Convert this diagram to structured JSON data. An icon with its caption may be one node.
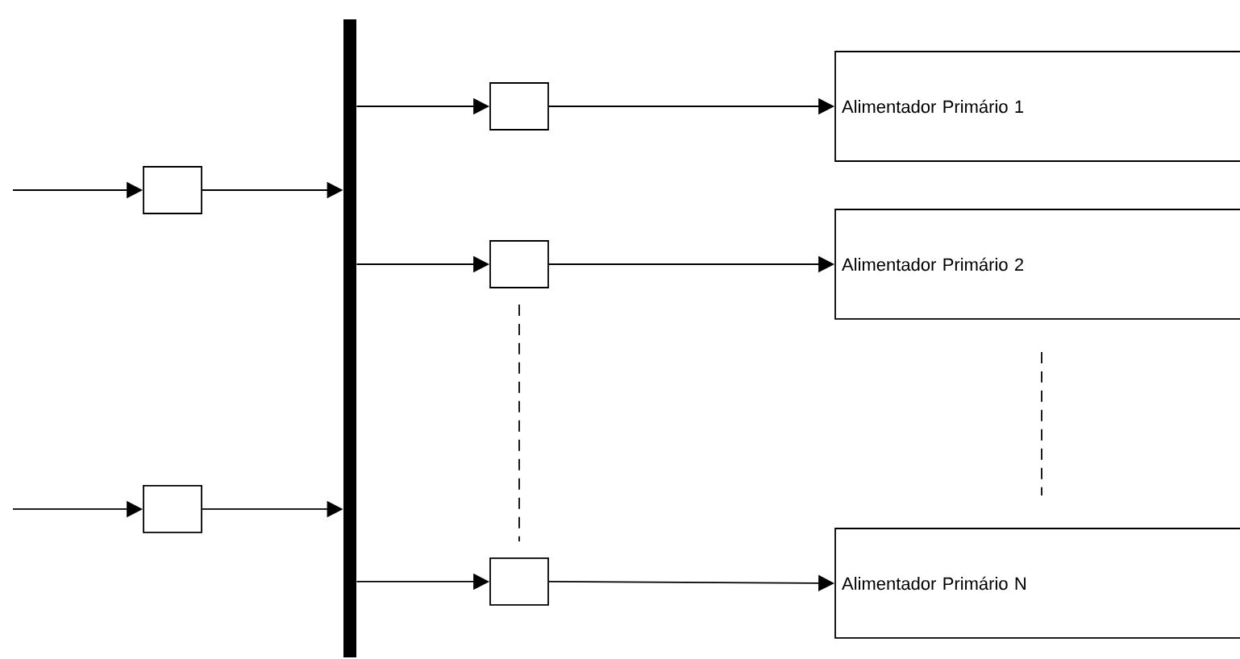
{
  "diagram": {
    "nodes": [
      {
        "text": [],
        "shape": "bar"
      },
      {
        "text": [],
        "shape": "box"
      },
      {
        "text": [],
        "shape": "box"
      },
      {
        "text": [],
        "shape": "box"
      },
      {
        "text": [],
        "shape": "box"
      },
      {
        "text": [],
        "shape": "box"
      },
      {
        "text": [
          "Alimentador Primário 1"
        ]
      },
      {
        "text": [
          "Alimentador Primário 2"
        ]
      },
      {
        "text": [
          "Alimentador Primário N"
        ]
      }
    ],
    "edges": [
      {
        "from": null,
        "to": 1,
        "arrow": "to"
      },
      {
        "from": null,
        "to": 2,
        "arrow": "to"
      },
      {
        "from": 1,
        "to": 0,
        "arrow": "to"
      },
      {
        "from": 2,
        "to": 0,
        "arrow": "to"
      },
      {
        "from": 0,
        "to": 3,
        "arrow": "to"
      },
      {
        "from": 0,
        "to": 4,
        "arrow": "to"
      },
      {
        "from": 0,
        "to": 5,
        "arrow": "to"
      },
      {
        "from": 3,
        "to": 6,
        "arrow": "to"
      },
      {
        "from": 4,
        "to": 7,
        "arrow": "to"
      },
      {
        "from": 5,
        "to": 8,
        "arrow": "to"
      },
      {
        "from": 4,
        "to": 5,
        "arrow": "none",
        "style": "dashed"
      },
      {
        "from": 7,
        "to": 8,
        "arrow": "none",
        "style": "dashed"
      }
    ]
  }
}
